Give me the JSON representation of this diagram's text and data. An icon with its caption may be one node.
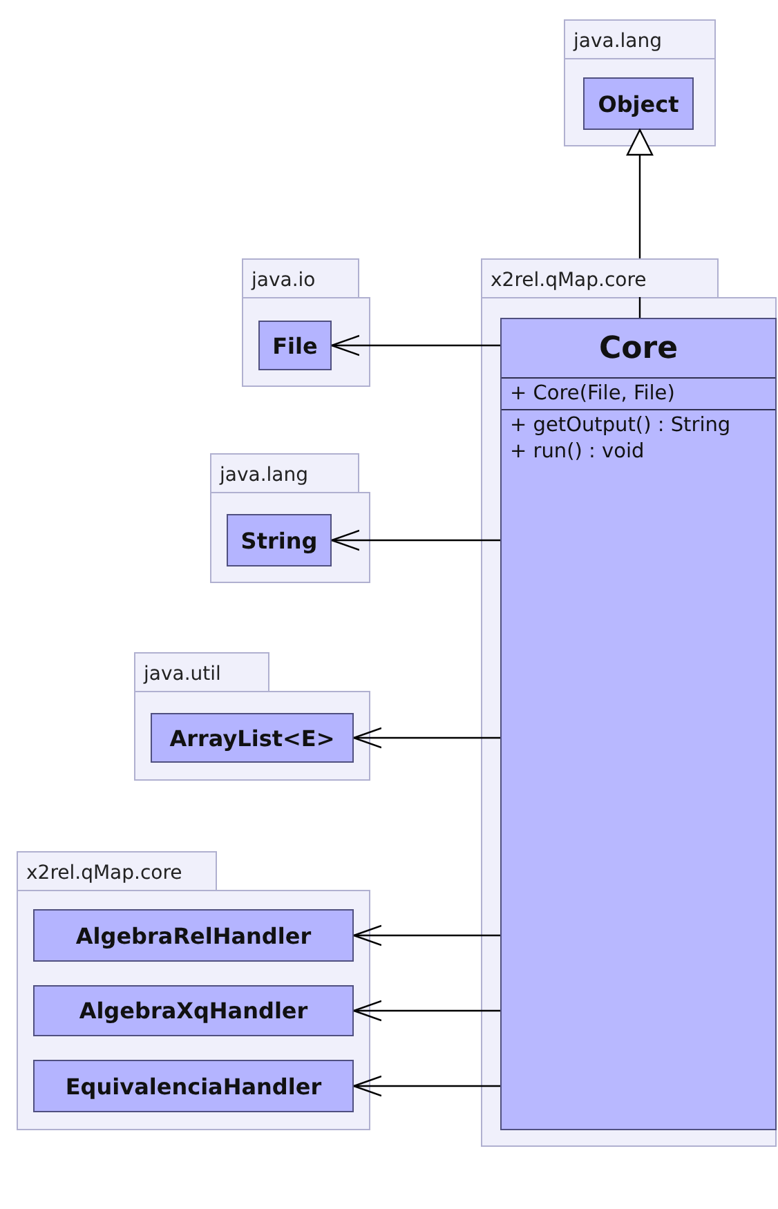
{
  "diagram": {
    "nodes": [
      {
        "text": [
          "java.lang"
        ]
      },
      {
        "text": [
          "Object"
        ],
        "in": 0
      },
      {
        "text": [
          "x2rel.qMap.core"
        ]
      },
      {
        "text": [
          "Core",
          "+ Core(File, File)",
          "+ getOutput() : String",
          "+ run() : void"
        ],
        "in": 2
      },
      {
        "text": [
          "java.io"
        ]
      },
      {
        "text": [
          "File"
        ],
        "in": 4
      },
      {
        "text": [
          "java.lang"
        ]
      },
      {
        "text": [
          "String"
        ],
        "in": 6
      },
      {
        "text": [
          "java.util"
        ]
      },
      {
        "text": [
          "ArrayList<E>"
        ],
        "in": 8
      },
      {
        "text": [
          "x2rel.qMap.core"
        ]
      },
      {
        "text": [
          "AlgebraRelHandler"
        ],
        "in": 10
      },
      {
        "text": [
          "AlgebraXqHandler"
        ],
        "in": 10
      },
      {
        "text": [
          "EquivalenciaHandler"
        ],
        "in": 10
      }
    ],
    "edges": [
      {
        "from": 3,
        "to": 1,
        "arrow": "to"
      },
      {
        "from": 3,
        "to": 5,
        "arrow": "to"
      },
      {
        "from": 3,
        "to": 7,
        "arrow": "to"
      },
      {
        "from": 3,
        "to": 9,
        "arrow": "to"
      },
      {
        "from": 3,
        "to": 11,
        "arrow": "to"
      },
      {
        "from": 3,
        "to": 12,
        "arrow": "to"
      },
      {
        "from": 3,
        "to": 13,
        "arrow": "to"
      }
    ]
  }
}
